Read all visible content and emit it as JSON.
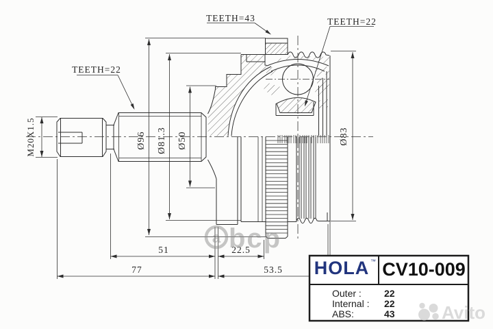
{
  "drawing": {
    "labels": {
      "teeth_abs_ring": "TEETH=43",
      "teeth_outer_joint": "TEETH=22",
      "teeth_shaft_splines": "TEETH=22",
      "thread_spec": "M20X1.5",
      "dia_outer_ring": "Ø96",
      "dia_ball_track": "Ø81.3",
      "dia_inner": "Ø50",
      "dia_body": "Ø83",
      "dim_51": "51",
      "dim_22_5": "22.5",
      "dim_77": "77",
      "dim_53_5": "53.5"
    },
    "colors": {
      "line": "#2e2e2e",
      "background": "#fcfcfb"
    }
  },
  "title_block": {
    "brand": "HOLA",
    "trademark": "™",
    "part_number": "CV10-009",
    "brand_color": "#22357e",
    "specs": [
      {
        "label": "Outer :",
        "value": "22"
      },
      {
        "label": "Internal :",
        "value": "22"
      },
      {
        "label": "ABS:",
        "value": "43"
      }
    ]
  },
  "watermarks": {
    "parts_logo_letter": "a",
    "parts_logo_text": "bcp",
    "marketplace_text": "Avito"
  }
}
